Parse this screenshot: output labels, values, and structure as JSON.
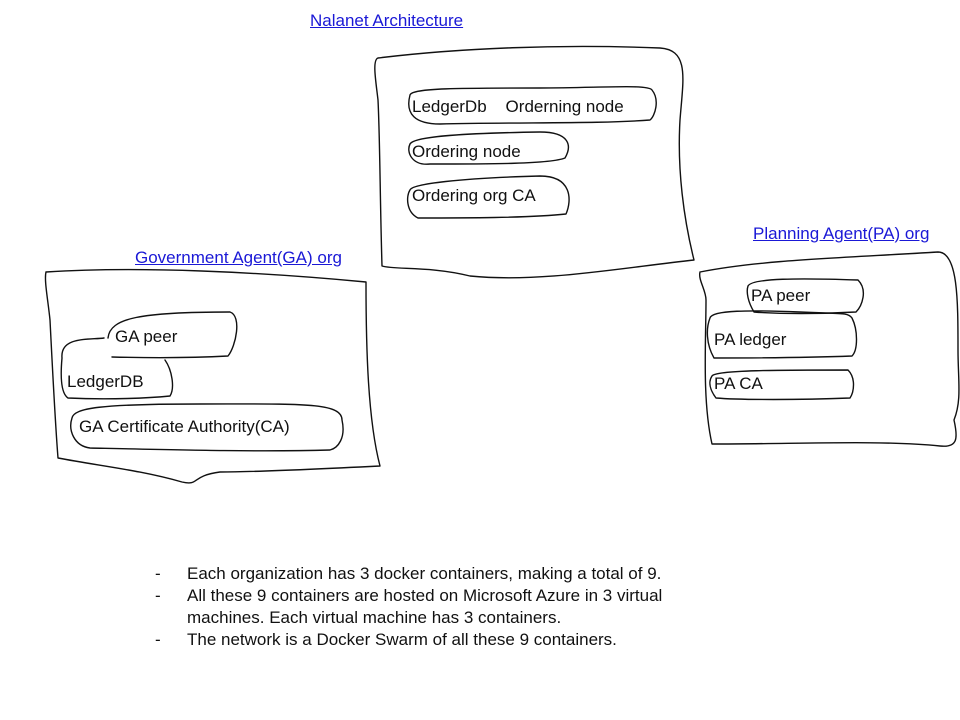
{
  "orgs": {
    "nalanet": {
      "title": "Nalanet Architecture",
      "nodes": [
        "LedgerDb    Orderning node",
        "Ordering node",
        "Ordering org CA"
      ]
    },
    "ga": {
      "title": "Government Agent(GA) org",
      "nodes": [
        "GA peer",
        "LedgerDB",
        "GA Certificate Authority(CA)"
      ]
    },
    "pa": {
      "title": "Planning Agent(PA) org",
      "nodes": [
        "PA peer",
        "PA ledger",
        "PA CA"
      ]
    }
  },
  "notes": {
    "dash": "-",
    "items": [
      "Each organization has 3 docker containers, making a total of 9.",
      "All these 9 containers are hosted on Microsoft Azure in 3 virtual machines. Each virtual machine has 3 containers.",
      "The network is a Docker Swarm of all these 9 containers."
    ]
  },
  "colors": {
    "link": "#1a18d6",
    "stroke": "#111111"
  }
}
